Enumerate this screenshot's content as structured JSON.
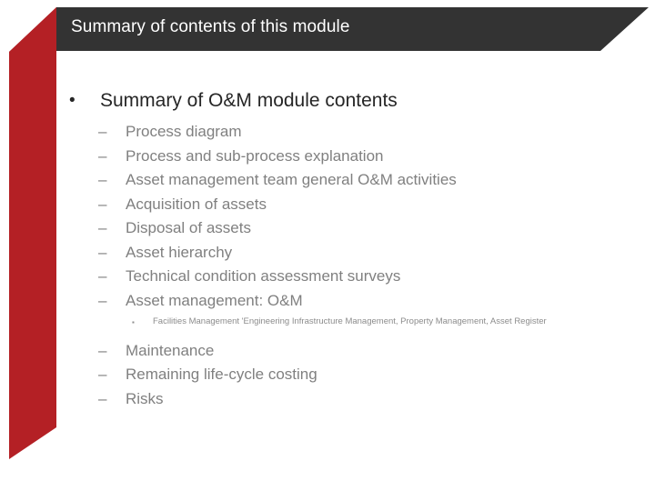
{
  "slide": {
    "title": "Summary of contents of this module",
    "colors": {
      "header_bar": "#333333",
      "accent_red": "#B42025",
      "title_text": "#FFFFFF",
      "level1_text": "#262626",
      "level2_text": "#808080",
      "level3_text": "#8C8C8C",
      "background": "#FFFFFF"
    },
    "markers": {
      "level1": "•",
      "level2": "–",
      "level3": "▪"
    },
    "content": {
      "level1_heading": "Summary of O&M module contents",
      "items_before_note": [
        "Process diagram",
        "Process and sub-process explanation",
        "Asset management team general O&M activities",
        "Acquisition of assets",
        "Disposal of assets",
        "Asset hierarchy",
        "Technical condition assessment surveys",
        "Asset management: O&M"
      ],
      "note": "Facilities Management 'Engineering Infrastructure Management, Property Management, Asset Register",
      "items_after_note": [
        "Maintenance",
        "Remaining life-cycle costing",
        "Risks"
      ]
    }
  }
}
